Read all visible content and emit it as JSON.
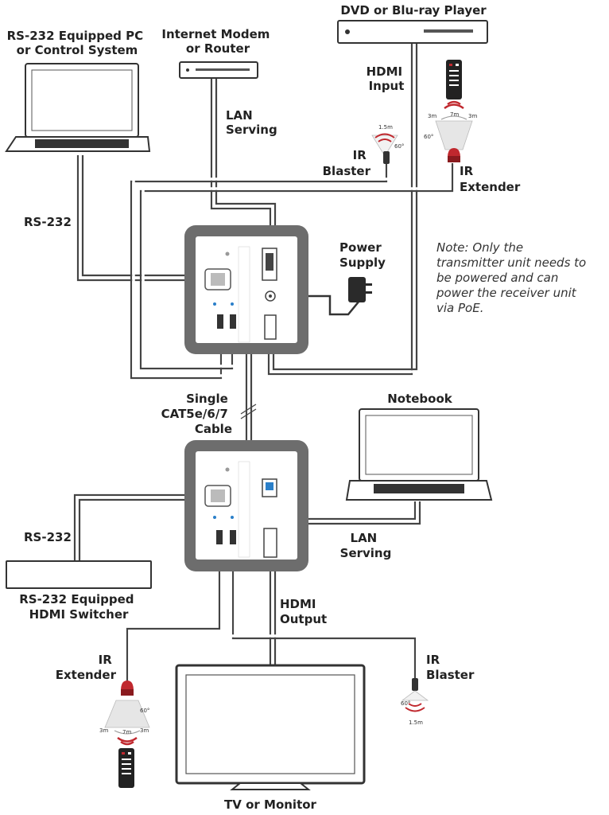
{
  "labels": {
    "rs232_pc": [
      "RS-232 Equipped PC",
      "or Control System"
    ],
    "modem": [
      "Internet Modem",
      "or Router"
    ],
    "dvd": "DVD or Blu-ray Player",
    "hdmi_input": [
      "HDMI",
      "Input"
    ],
    "lan_serving_top": [
      "LAN",
      "Serving"
    ],
    "ir_blaster_top": [
      "IR",
      "Blaster"
    ],
    "ir_extender_top": [
      "IR",
      "Extender"
    ],
    "rs232_top": "RS-232",
    "power_supply": [
      "Power",
      "Supply"
    ],
    "note": [
      "Note: Only the",
      "transmitter unit needs to",
      "be powered and can",
      "power the receiver unit",
      "via PoE."
    ],
    "cable": [
      "Single",
      "CAT5e/6/7",
      "Cable"
    ],
    "notebook": "Notebook",
    "rs232_bottom": "RS-232",
    "lan_serving_bottom": [
      "LAN",
      "Serving"
    ],
    "rs232_switcher": [
      "RS-232 Equipped",
      "HDMI Switcher"
    ],
    "hdmi_output": [
      "HDMI",
      "Output"
    ],
    "ir_extender_bottom": [
      "IR",
      "Extender"
    ],
    "ir_blaster_bottom": [
      "IR",
      "Blaster"
    ],
    "tv": "TV or Monitor"
  },
  "angles": {
    "blaster_distance": "1.5m",
    "blaster_angle": "60°",
    "extender_left": "3m",
    "extender_mid": "7m",
    "extender_right": "3m",
    "extender_angle": "60°"
  },
  "colors": {
    "cable": "#444444",
    "unit_frame": "#6d6d6d",
    "ir_red": "#c0282e",
    "port_blue": "#2a7fc9"
  }
}
